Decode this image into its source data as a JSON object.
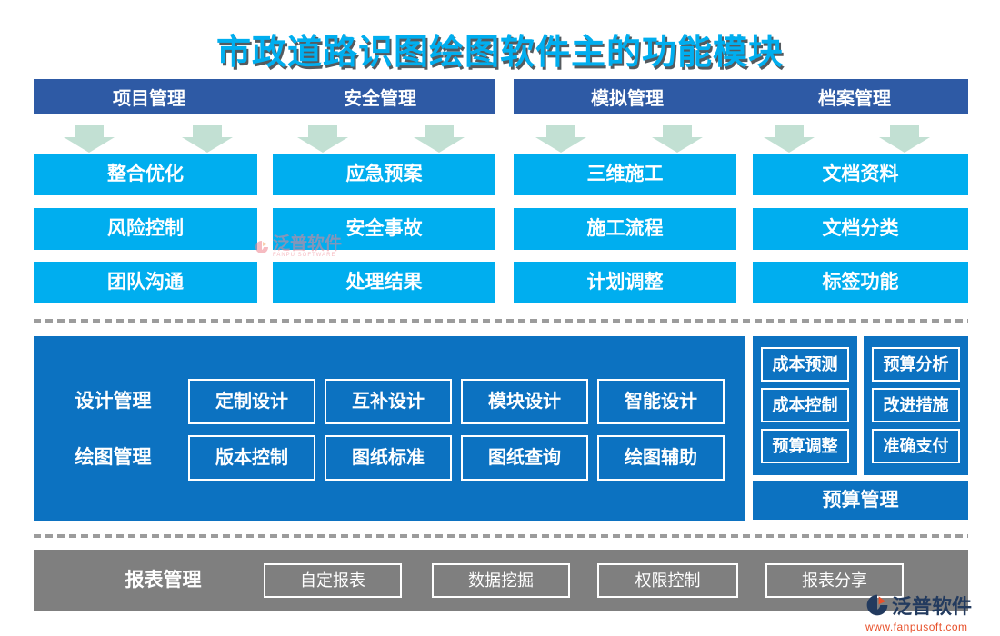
{
  "title": "市政道路识图绘图软件主的功能模块",
  "colors": {
    "title_blue": "#00aeef",
    "header_navy": "#2e5aa5",
    "module_cyan": "#00aeef",
    "panel_blue": "#0c72c1",
    "arrow_green": "#c2e0d3",
    "footer_gray": "#7f7f7f",
    "brand_orange": "#e8502a"
  },
  "top_section": {
    "columns": [
      {
        "header": "项目管理",
        "items": [
          "整合优化",
          "风险控制",
          "团队沟通"
        ]
      },
      {
        "header": "安全管理",
        "items": [
          "应急预案",
          "安全事故",
          "处理结果"
        ]
      },
      {
        "header": "模拟管理",
        "items": [
          "三维施工",
          "施工流程",
          "计划调整"
        ]
      },
      {
        "header": "档案管理",
        "items": [
          "文档资料",
          "文档分类",
          "标签功能"
        ]
      }
    ]
  },
  "middle_section": {
    "design_panel": {
      "row_labels": [
        "设计管理",
        "绘图管理"
      ],
      "rows": [
        [
          "定制设计",
          "互补设计",
          "模块设计",
          "智能设计"
        ],
        [
          "版本控制",
          "图纸标准",
          "图纸查询",
          "绘图辅助"
        ]
      ]
    },
    "budget_panel": {
      "columns": [
        [
          "成本预测",
          "成本控制",
          "预算调整"
        ],
        [
          "预算分析",
          "改进措施",
          "准确支付"
        ]
      ],
      "footer": "预算管理"
    }
  },
  "bottom_section": {
    "label": "报表管理",
    "items": [
      "自定报表",
      "数据挖掘",
      "权限控制",
      "报表分享"
    ]
  },
  "watermark": {
    "text": "泛普软件",
    "subtext": "FANPU SOFTWARE"
  },
  "brand": {
    "name": "泛普软件",
    "url": "www.fanpusoft.com"
  }
}
